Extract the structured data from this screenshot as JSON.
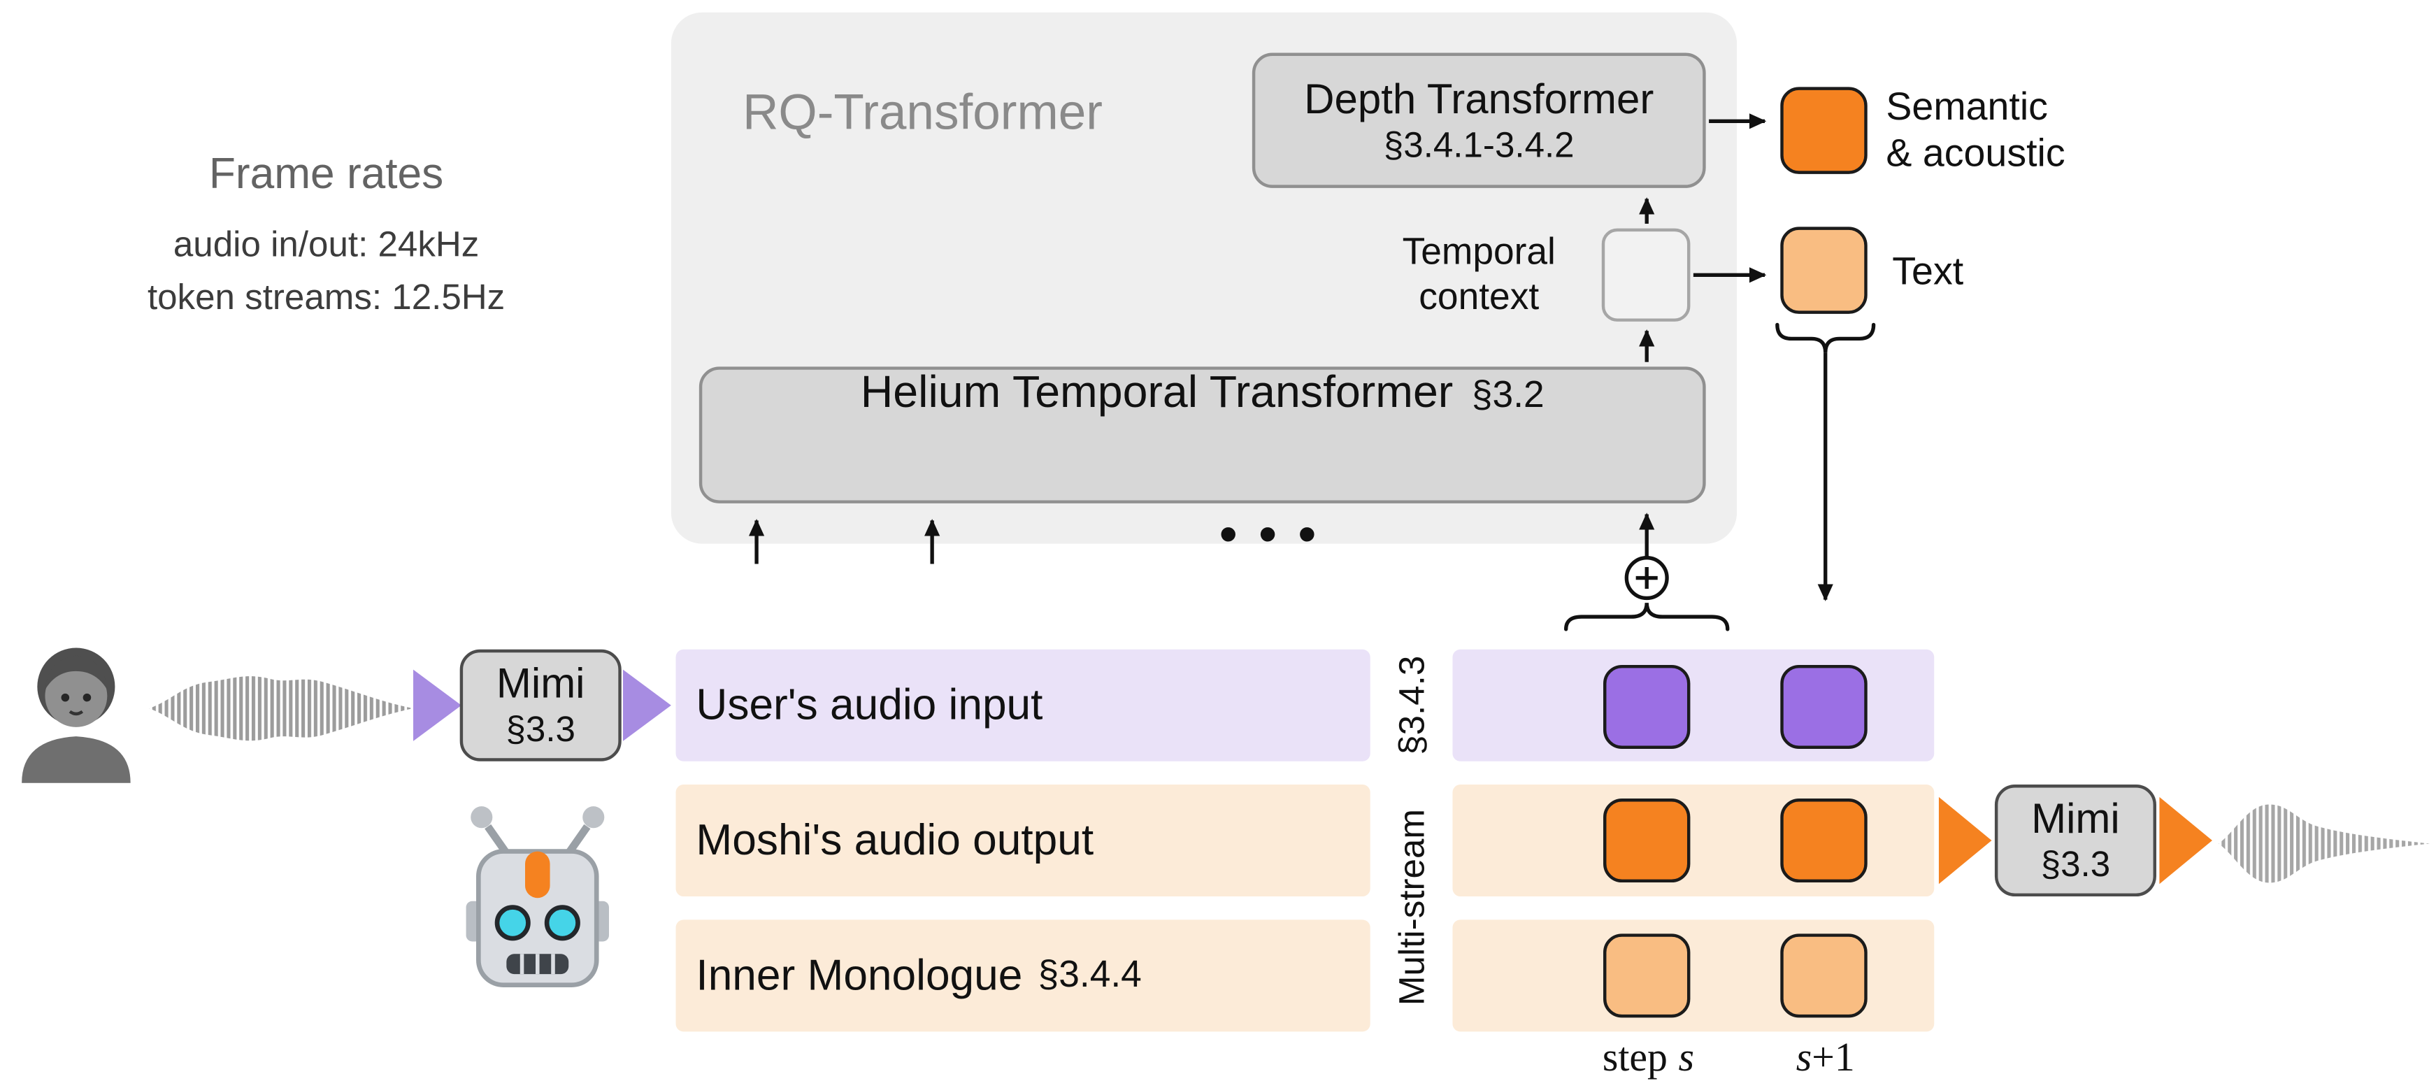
{
  "frame_rates": {
    "title": "Frame rates",
    "audio": "audio in/out: 24kHz",
    "tokens": "token streams: 12.5Hz"
  },
  "rq": {
    "title": "RQ-Transformer",
    "depth": {
      "name": "Depth Transformer",
      "section": "§3.4.1-3.4.2"
    },
    "temporal": {
      "line1": "Temporal",
      "line2": "context"
    },
    "helium": {
      "name": "Helium Temporal Transformer",
      "section": "§3.2"
    },
    "ellipsis": "• • •"
  },
  "outputs": {
    "semantic": {
      "line1": "Semantic",
      "line2": "& acoustic"
    },
    "text": "Text"
  },
  "mimi": {
    "name": "Mimi",
    "section": "§3.3"
  },
  "streams": {
    "user": {
      "label": "User's audio input",
      "side": "§3.4.3"
    },
    "moshi": {
      "label": "Moshi's audio output"
    },
    "inner": {
      "label": "Inner Monologue",
      "section": "§3.4.4"
    },
    "multistream": "Multi-stream",
    "steps": {
      "prefix": "step",
      "var": "s",
      "next_var": "s",
      "next_suffix": "+1"
    }
  },
  "colors": {
    "accent_orange": "#F58220",
    "light_orange": "#F9BD82",
    "purple_token": "#9B6FE4",
    "purple_arrow": "#A78CE2",
    "purple_band": "#EAE2F8",
    "peach_band": "#FCEBD8",
    "panel_gray": "#EFEFEF",
    "box_gray": "#D7D7D7"
  }
}
